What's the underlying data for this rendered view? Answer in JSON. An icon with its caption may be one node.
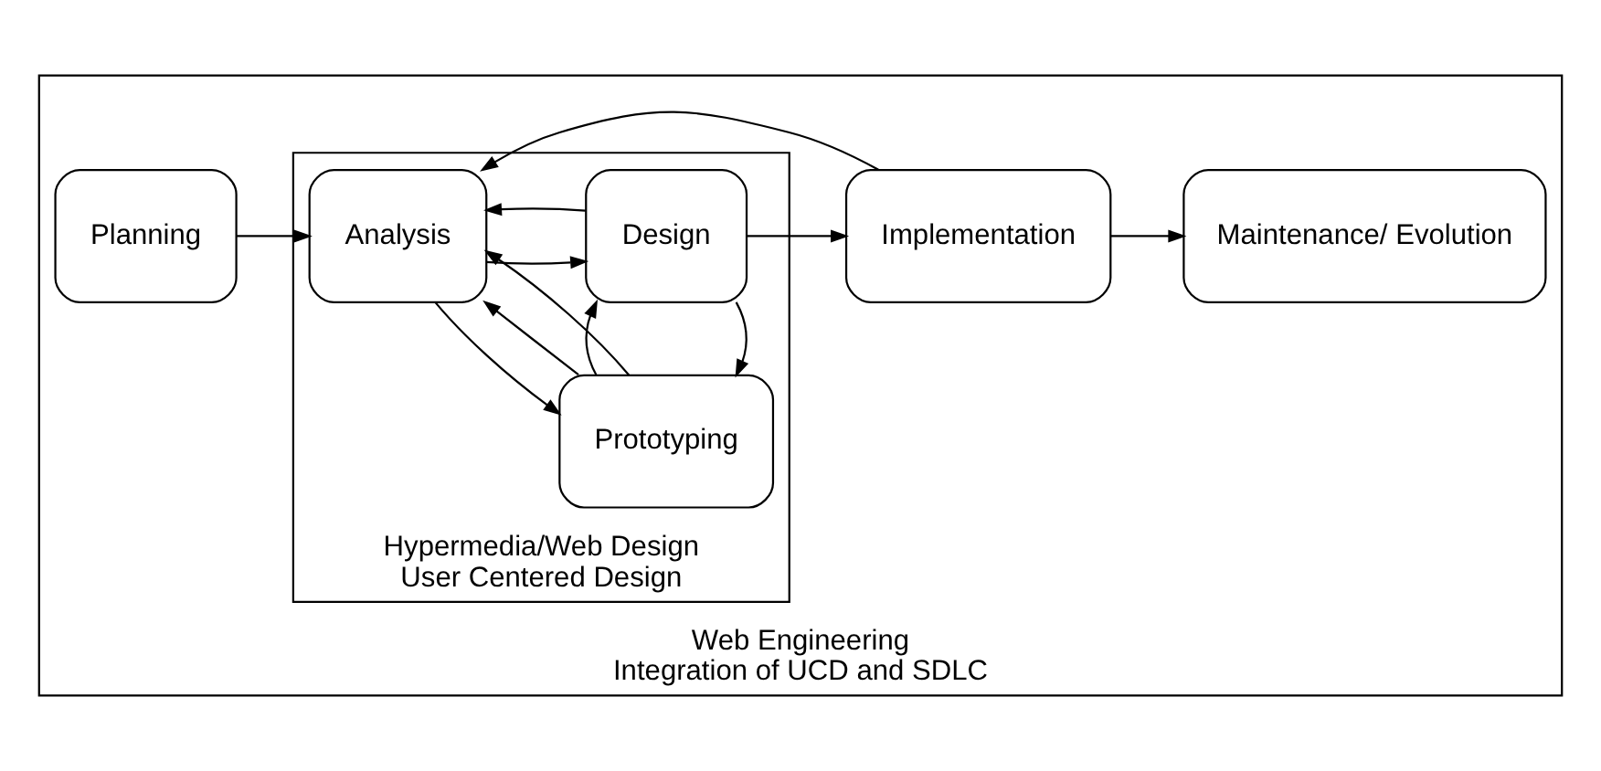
{
  "diagram": {
    "nodes": [
      {
        "text": [
          "Web Engineering",
          "Integration of UCD and SDLC"
        ]
      },
      {
        "text": [
          "Planning"
        ],
        "in": 0
      },
      {
        "text": [
          "Hypermedia/Web Design",
          "User Centered Design"
        ],
        "in": 0
      },
      {
        "text": [
          "Prototyping"
        ],
        "in": 2
      },
      {
        "text": [
          "Analysis"
        ],
        "in": 2
      },
      {
        "text": [
          "Design"
        ],
        "in": 2
      },
      {
        "text": [
          "Implementation"
        ],
        "in": 0
      },
      {
        "text": [
          "Maintenance/ Evolution"
        ],
        "in": 0
      }
    ],
    "edges": [
      {
        "from": 1,
        "to": 4,
        "arrow": "to"
      },
      {
        "from": 4,
        "to": 5,
        "arrow": "to"
      },
      {
        "from": 5,
        "to": 6,
        "arrow": "to"
      },
      {
        "from": 6,
        "to": 7,
        "arrow": "to"
      },
      {
        "from": 3,
        "to": 4,
        "arrow": "to"
      },
      {
        "from": 4,
        "to": 3,
        "arrow": "to"
      },
      {
        "from": 5,
        "to": 3,
        "arrow": "to"
      },
      {
        "from": 3,
        "to": 5,
        "arrow": "to"
      },
      {
        "from": 3,
        "to": 4,
        "arrow": "to"
      },
      {
        "from": 5,
        "to": 4,
        "arrow": "to"
      },
      {
        "from": 6,
        "to": 4,
        "arrow": "to"
      }
    ]
  }
}
